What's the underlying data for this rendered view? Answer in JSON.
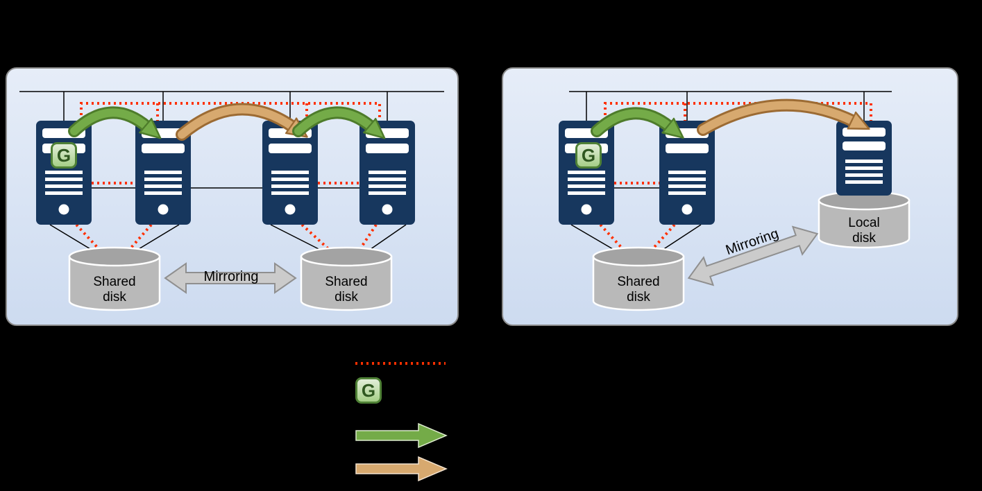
{
  "panels": {
    "left": {
      "server_count": 4,
      "g_badge": "G",
      "disks": [
        {
          "label": "Shared disk"
        },
        {
          "label": "Shared disk"
        }
      ],
      "mirroring_label": "Mirroring"
    },
    "right": {
      "server_count": 3,
      "g_badge": "G",
      "disks": [
        {
          "label": "Shared disk"
        },
        {
          "label": "Local disk"
        }
      ],
      "mirroring_label": "Mirroring"
    }
  },
  "legend": {
    "g_badge": "G",
    "symbols": [
      "red-dotted-interconnect-line",
      "g-badge",
      "green-arrow",
      "tan-arrow"
    ]
  },
  "colors": {
    "background": "#000000",
    "panel_bg": "#d9e4f4",
    "panel_border": "#8a8a8a",
    "server_navy": "#17375e",
    "interconnect_red": "#ff3000",
    "arrow_green": "#74ab48",
    "arrow_green_border": "#4e7c2b",
    "arrow_tan": "#d7a96f",
    "arrow_tan_border": "#9c6b33",
    "disk_gray": "#b9b9b9",
    "disk_top_gray": "#a3a3a3",
    "mirror_arrow_gray": "#cbcbcb",
    "g_badge_green": "#a9d18e"
  }
}
